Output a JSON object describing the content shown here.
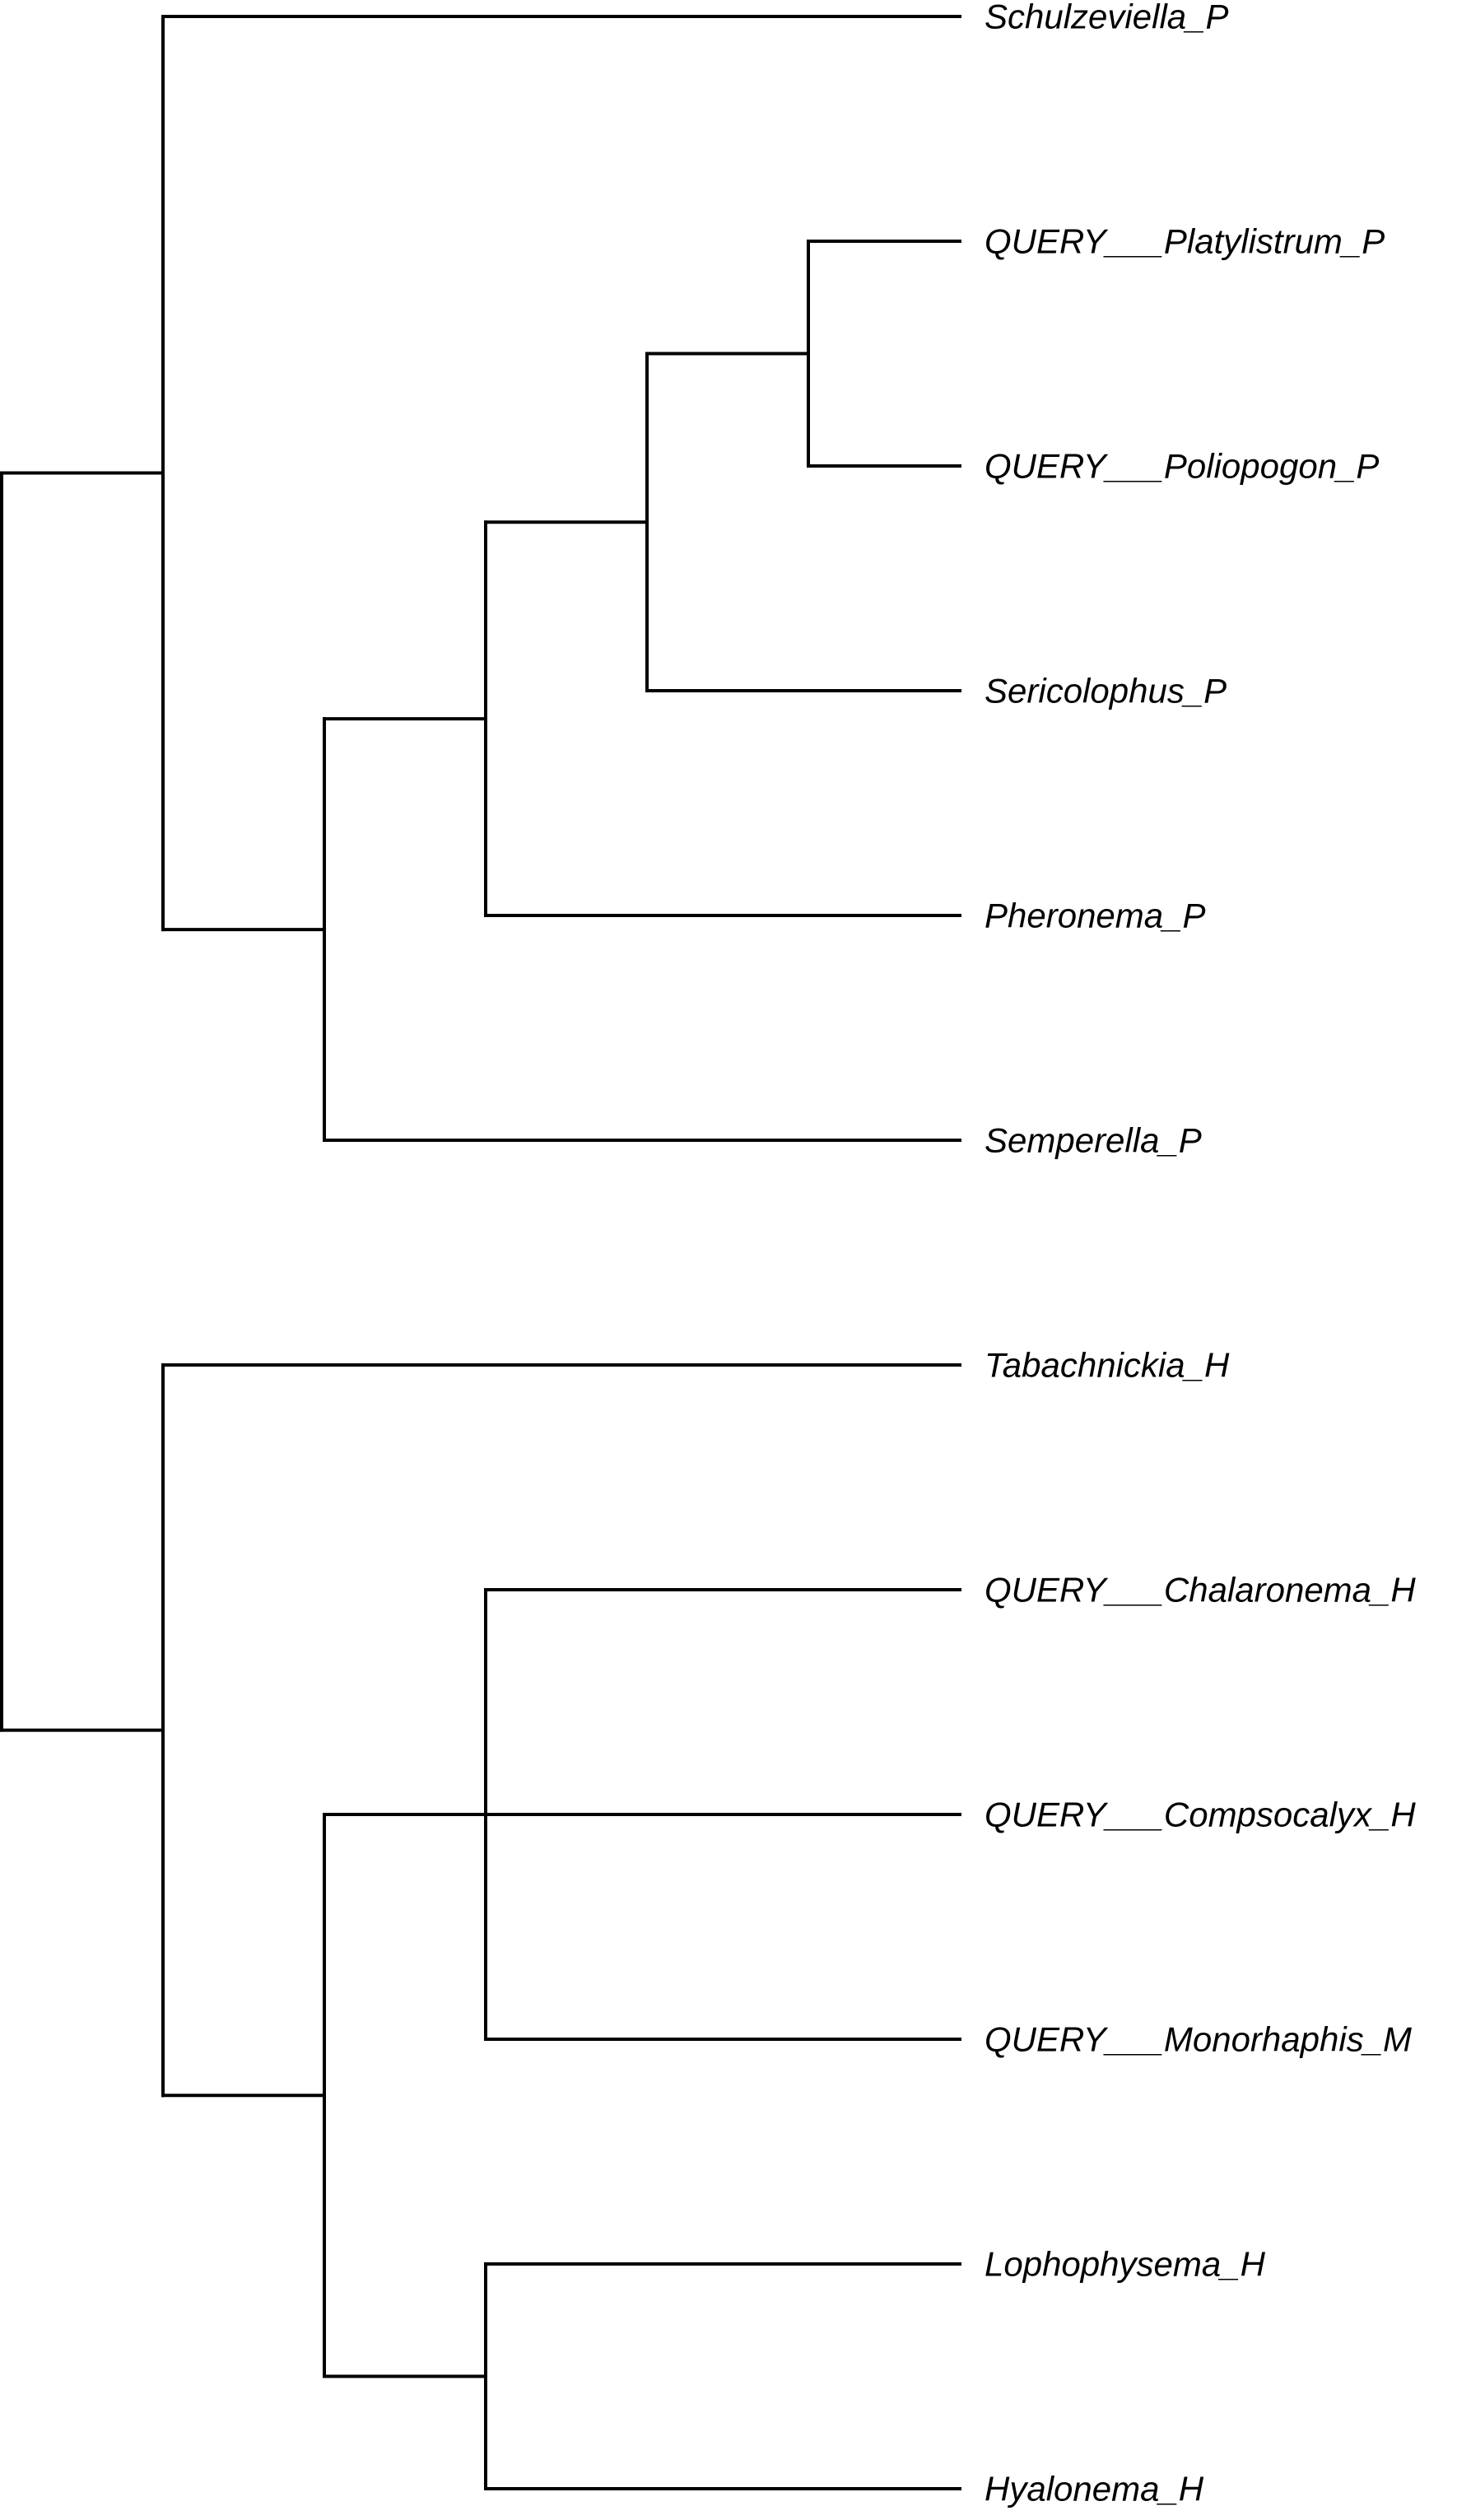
{
  "tree": {
    "line_color": "#000000",
    "leaves": [
      {
        "id": "schulzeviella",
        "label": "Schulzeviella_P"
      },
      {
        "id": "platylistrum",
        "label": "QUERY___Platylistrum_P"
      },
      {
        "id": "poliopogon",
        "label": "QUERY___Poliopogon_P"
      },
      {
        "id": "sericolophus",
        "label": "Sericolophus_P"
      },
      {
        "id": "pheronema",
        "label": "Pheronema_P"
      },
      {
        "id": "semperella",
        "label": "Semperella_P"
      },
      {
        "id": "tabachnickia",
        "label": "Tabachnickia_H"
      },
      {
        "id": "chalaronema",
        "label": "QUERY___Chalaronema_H"
      },
      {
        "id": "compsocalyx",
        "label": "QUERY___Compsocalyx_H"
      },
      {
        "id": "monorhaphis",
        "label": "QUERY___Monorhaphis_M"
      },
      {
        "id": "lophophysema",
        "label": "Lophophysema_H"
      },
      {
        "id": "hyalonema",
        "label": "Hyalonema_H"
      }
    ],
    "topology": {
      "children": [
        {
          "children": [
            {
              "leaf": "schulzeviella"
            },
            {
              "children": [
                {
                  "children": [
                    {
                      "children": [
                        {
                          "children": [
                            {
                              "leaf": "platylistrum"
                            },
                            {
                              "leaf": "poliopogon"
                            }
                          ]
                        },
                        {
                          "leaf": "sericolophus"
                        }
                      ]
                    },
                    {
                      "leaf": "pheronema"
                    }
                  ]
                },
                {
                  "leaf": "semperella"
                }
              ]
            }
          ]
        },
        {
          "children": [
            {
              "leaf": "tabachnickia"
            },
            {
              "children": [
                {
                  "children": [
                    {
                      "leaf": "chalaronema"
                    },
                    {
                      "leaf": "compsocalyx"
                    },
                    {
                      "leaf": "monorhaphis"
                    }
                  ]
                },
                {
                  "children": [
                    {
                      "leaf": "lophophysema"
                    },
                    {
                      "leaf": "hyalonema"
                    }
                  ]
                }
              ]
            }
          ]
        }
      ]
    }
  }
}
